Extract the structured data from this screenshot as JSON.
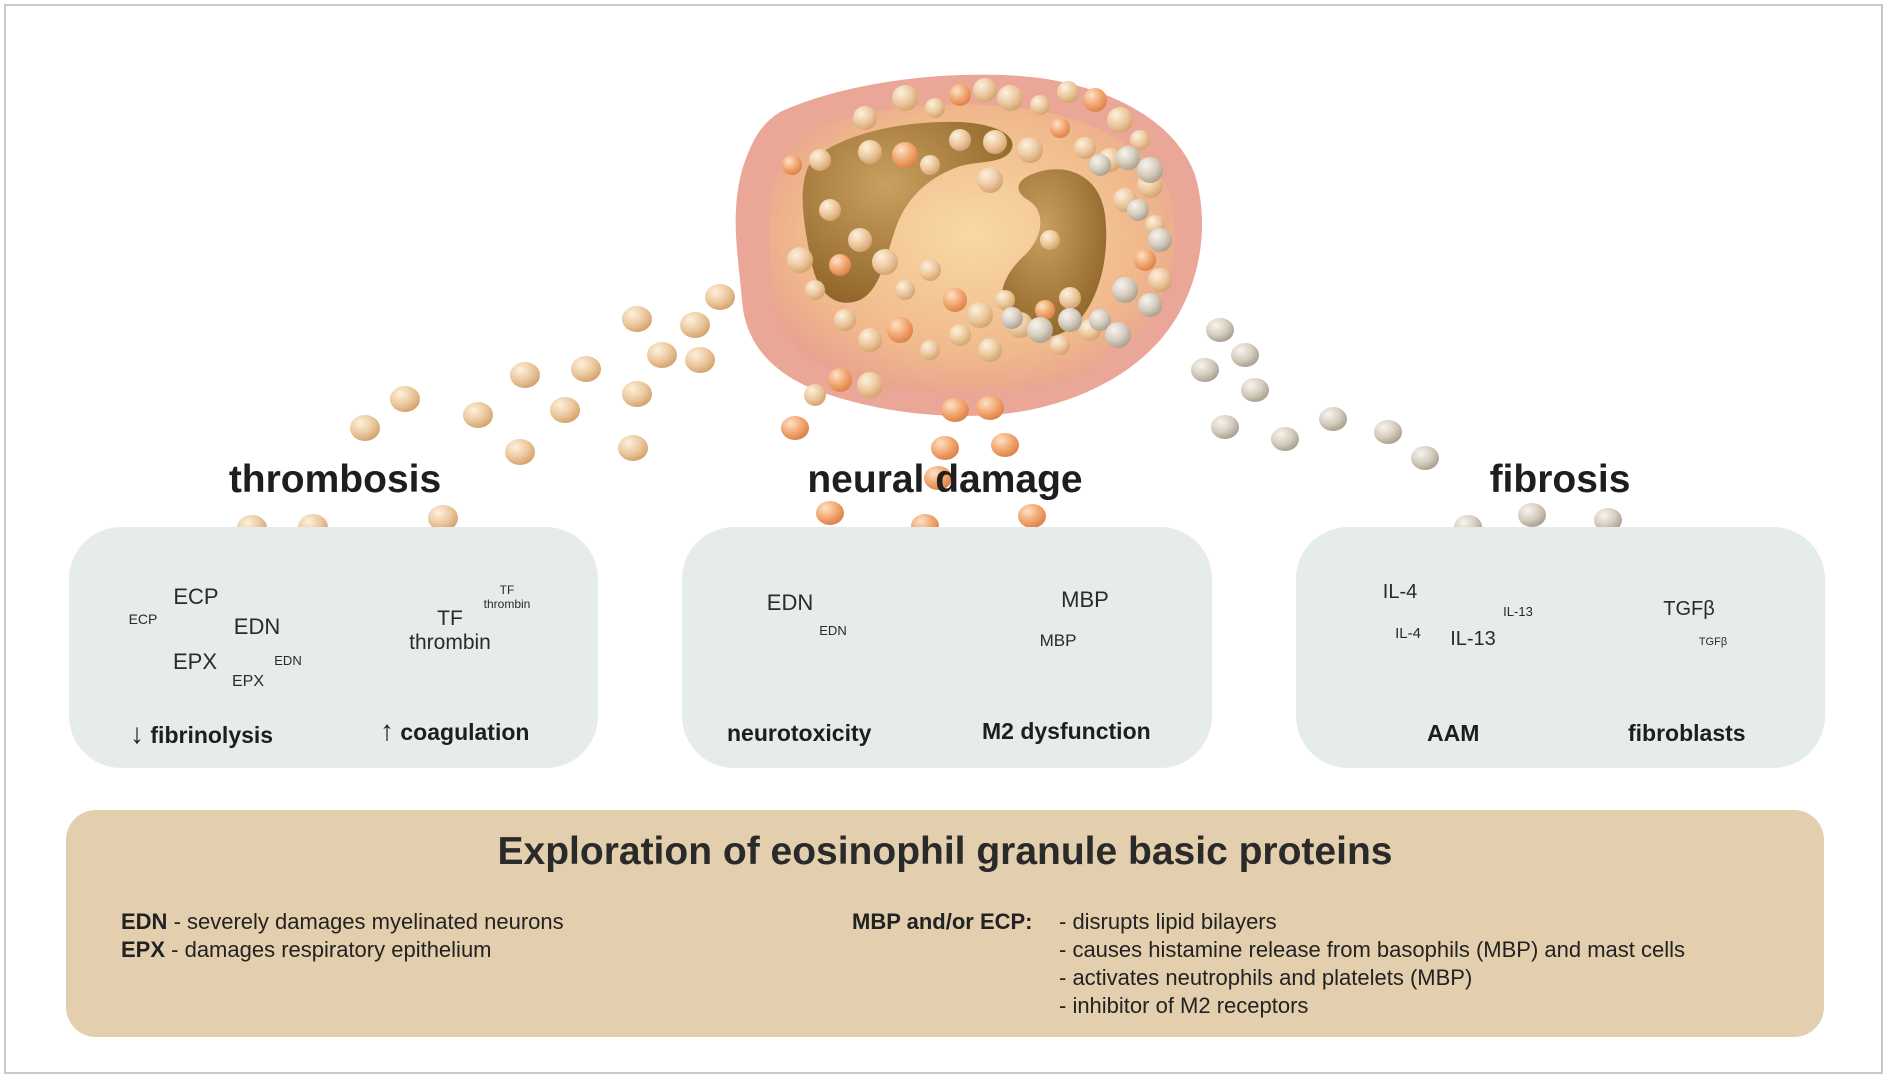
{
  "headings": {
    "thrombosis": "thrombosis",
    "neural": "neural damage",
    "fibrosis": "fibrosis"
  },
  "panels": {
    "thrombosis": {
      "caption_left": "fibrinolysis",
      "caption_left_arrow": "↓",
      "caption_right": "coagulation",
      "caption_right_arrow": "↑",
      "granules_left": [
        "ECP",
        "ECP",
        "EDN",
        "EPX",
        "EDN",
        "EPX"
      ],
      "granules_right": [
        "TF",
        "thrombin",
        "TF",
        "thrombin"
      ]
    },
    "neural": {
      "caption_left": "neurotoxicity",
      "caption_right": "M2 dysfunction",
      "granules_left": [
        "EDN",
        "EDN"
      ],
      "granules_right": [
        "MBP",
        "MBP"
      ]
    },
    "fibrosis": {
      "caption_left": "AAM",
      "caption_right": "fibroblasts",
      "granules_left": [
        "IL-4",
        "IL-4",
        "IL-13",
        "IL-13"
      ],
      "granules_right": [
        "TGFβ",
        "TGFβ"
      ]
    }
  },
  "summary": {
    "title": "Exploration of eosinophil granule basic proteins",
    "left": [
      {
        "term": "EDN",
        "text": " - severely damages myelinated neurons"
      },
      {
        "term": "EPX",
        "text": " - damages respiratory epithelium"
      }
    ],
    "right_term": "MBP and/or ECP:",
    "right": [
      "- disrupts lipid bilayers",
      "- causes histamine release from basophils (MBP) and mast cells",
      "- activates neutrophils and platelets (MBP)",
      "- inhibitor of M2 receptors"
    ]
  },
  "colors": {
    "cell_membrane": "#eba595",
    "cell_cytoplasm": "#f3c98e",
    "nucleus": "#a77d3a",
    "granule_orange": "#f0a36a",
    "granule_tan": "#e8c494",
    "granule_grey": "#cfc6b8",
    "panel_bg": "#e6ebeb",
    "summary_bg": "#e3cfae"
  }
}
